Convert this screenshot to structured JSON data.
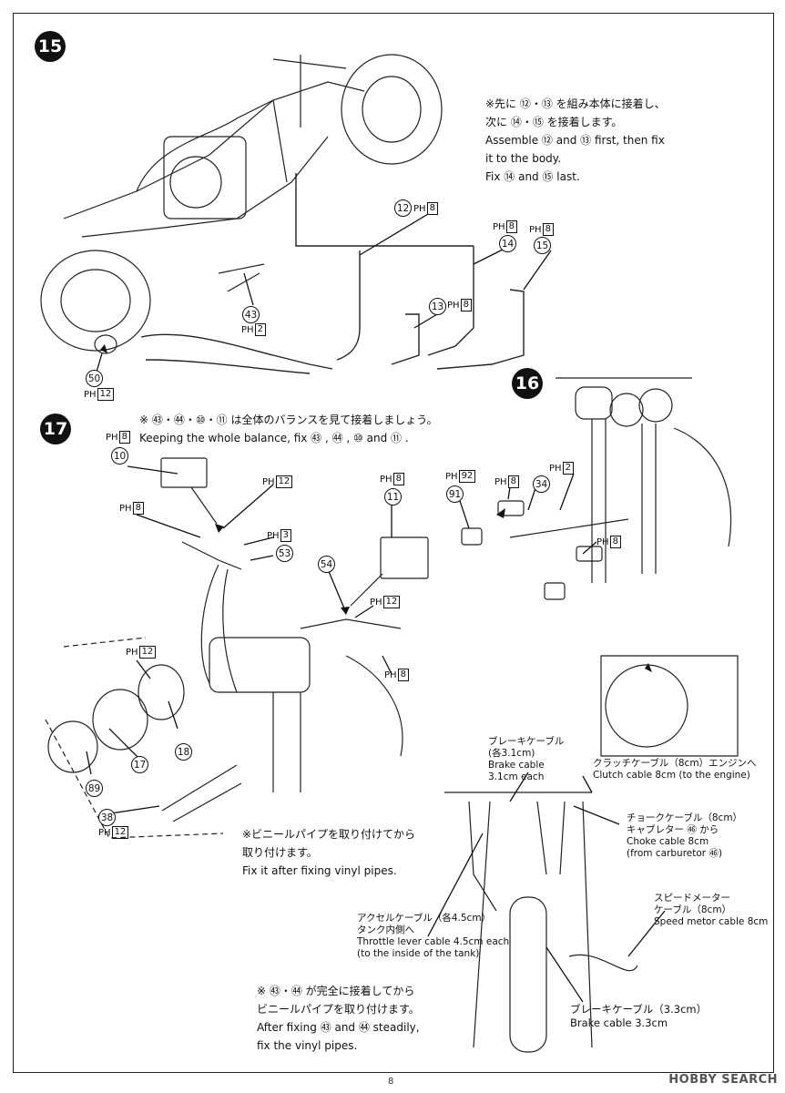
{
  "steps": {
    "s15": "15",
    "s16": "16",
    "s17": "17"
  },
  "notes": {
    "n15": [
      "※先に ⑫・⑬ を組み本体に接着し、",
      "次に ⑭・⑮ を接着します。",
      "Assemble ⑫ and ⑬ first, then fix",
      "it to the body.",
      "Fix ⑭ and ⑮ last."
    ],
    "n17_top": [
      "※ ㊸・㊹・⑩・⑪ は全体のバランスを見て接着しましょう。",
      "Keeping the whole balance, fix ㊸ , ㊹ , ⑩ and ⑪ ."
    ],
    "n_vinyl": [
      "※ビニールパイプを取り付けてから",
      "取り付けます。",
      "Fix it after fixing vinyl pipes."
    ],
    "n_steady": [
      "※ ㊸・㊹ が完全に接着してから",
      "ビニールパイプを取り付けます。",
      "After fixing ㊸ and ㊹ steadily,",
      "fix the vinyl pipes."
    ]
  },
  "cables": {
    "brake_top": [
      "ブレーキケーブル",
      "(各3.1cm)",
      "Brake cable",
      "3.1cm each"
    ],
    "clutch": [
      "クラッチケーブル（8cm）エンジンへ",
      "Clutch cable 8cm (to the engine)"
    ],
    "choke": [
      "チョークケーブル（8cm）",
      "キャブレター ㊻ から",
      "Choke cable 8cm",
      "(from carburetor ㊻)"
    ],
    "speed": [
      "スピードメーター",
      "ケーブル（8cm）",
      "Speed metor cable 8cm"
    ],
    "throttle": [
      "アクセルケーブル（各4.5cm）",
      "タンク内側へ",
      "Throttle lever cable 4.5cm each",
      "(to the inside of the tank)"
    ],
    "brake_bottom": [
      "ブレーキケーブル（3.3cm）",
      "Brake cable 3.3cm"
    ]
  },
  "parts": {
    "p12": "12",
    "p13": "13",
    "p14": "14",
    "p15": "15",
    "p43": "43",
    "p50": "50",
    "p10": "10",
    "p11": "11",
    "p53": "53",
    "p54": "54",
    "p17": "17",
    "p18": "18",
    "p89": "89",
    "p38": "38",
    "p91": "91",
    "p34": "34"
  },
  "ph_prefix": "PH",
  "ph": {
    "a": "8",
    "b": "8",
    "c": "8",
    "d": "8",
    "e": "2",
    "f": "12",
    "g": "8",
    "h": "12",
    "i": "8",
    "j": "3",
    "k": "8",
    "l": "12",
    "m": "8",
    "n": "12",
    "o": "12",
    "p": "92",
    "q": "8",
    "r": "2",
    "s": "8"
  },
  "page_number": "8",
  "watermark": "HOBBY SEARCH"
}
